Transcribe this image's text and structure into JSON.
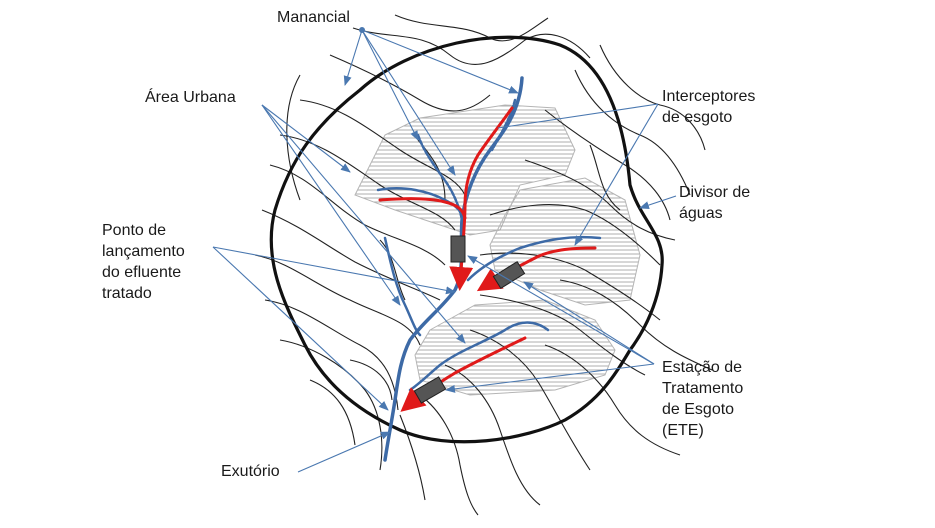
{
  "labels": {
    "manancial": "Manancial",
    "area_urbana": "Área Urbana",
    "interceptores": [
      "Interceptores",
      "de esgoto"
    ],
    "divisor": [
      "Divisor de",
      "águas"
    ],
    "ponto_lancamento": [
      "Ponto de",
      "lançamento",
      "do efluente",
      "tratado"
    ],
    "ete": [
      "Estação de",
      "Tratamento",
      "de Esgoto",
      "(ETE)"
    ],
    "exutorio": "Exutório"
  },
  "colors": {
    "divide": "#111111",
    "contour": "#222222",
    "river": "#3d6aa6",
    "interceptor": "#e01a1a",
    "pointer": "#4a78b0",
    "urban_hatch": "#9a9a9a",
    "ete_box": "#555555"
  },
  "icons": {
    "ete": "treatment-station-box",
    "arrow": "arrowhead"
  }
}
